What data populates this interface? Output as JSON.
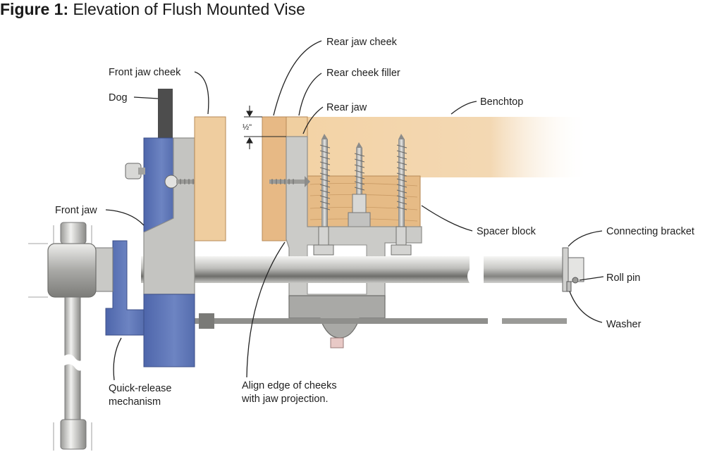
{
  "figure": {
    "number": "Figure 1:",
    "title": "Elevation of Flush Mounted Vise"
  },
  "dimension": {
    "offset": "½\""
  },
  "labels": {
    "front_jaw_cheek": "Front jaw cheek",
    "dog": "Dog",
    "front_jaw": "Front jaw",
    "quick_release_line1": "Quick-release",
    "quick_release_line2": "mechanism",
    "rear_jaw_cheek": "Rear jaw cheek",
    "rear_cheek_filler": "Rear cheek filler",
    "rear_jaw": "Rear jaw",
    "benchtop": "Benchtop",
    "spacer_block": "Spacer block",
    "align_line1": "Align edge of cheeks",
    "align_line2": "with jaw projection.",
    "connecting_bracket": "Connecting bracket",
    "roll_pin": "Roll pin",
    "washer": "Washer"
  },
  "colors": {
    "wood_light": "#f3d3a6",
    "wood_mid": "#e7b985",
    "steel": "#c9c9c6",
    "steel_dark": "#8f8f8c",
    "blue_casting": "#5b72b5",
    "dog_dark": "#4d4d4d"
  }
}
